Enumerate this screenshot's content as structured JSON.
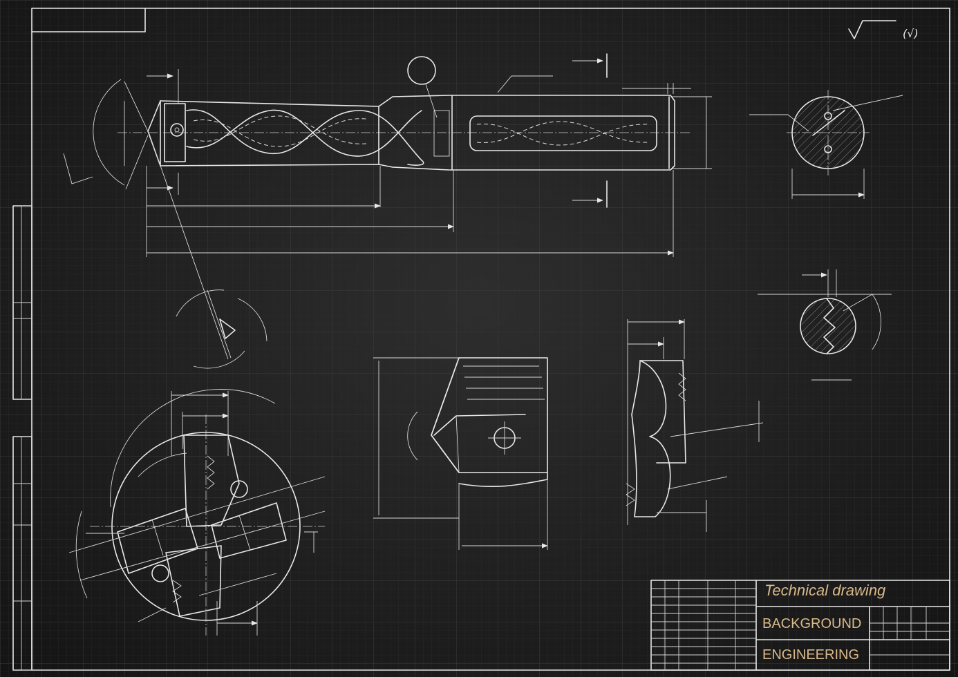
{
  "title_block": {
    "title": "Technical drawing",
    "line_1": "BACKGROUND",
    "line_2": "ENGINEERING"
  },
  "colors": {
    "paper": "#1f1f1f",
    "lines": "#e8e8e8",
    "grid": "#3a3a3a",
    "title_text": "#d9b98a"
  },
  "roughness_symbol": "(√)"
}
